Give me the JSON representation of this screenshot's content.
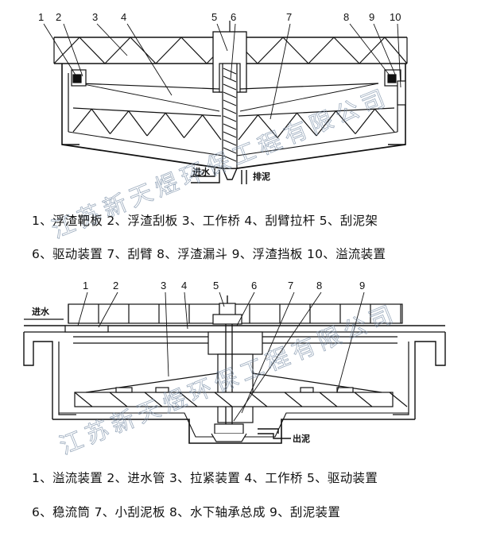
{
  "diagram1": {
    "callouts": [
      "1",
      "2",
      "3",
      "4",
      "5",
      "6",
      "7",
      "8",
      "9",
      "10"
    ],
    "inlet_label": "进水",
    "outlet_label": "排泥"
  },
  "legend1": {
    "line1": "1、浮渣靶板 2、浮渣刮板 3、工作桥 4、刮臂拉杆 5、刮泥架",
    "line2": "6、驱动装置 7、刮臂 8、浮渣漏斗 9、浮渣挡板 10、溢流装置"
  },
  "diagram2": {
    "callouts": [
      "1",
      "2",
      "3",
      "4",
      "5",
      "6",
      "7",
      "8",
      "9"
    ],
    "inlet_label": "进水",
    "outlet_label": "出泥"
  },
  "legend2": {
    "line1": "1、溢流装置 2、进水管 3、拉紧装置 4、工作桥 5、驱动装置",
    "line2": "6、稳流筒 7、小刮泥板 8、水下轴承总成 9、刮泥装置"
  },
  "watermark": "江苏新天煜环保工程有限公司"
}
